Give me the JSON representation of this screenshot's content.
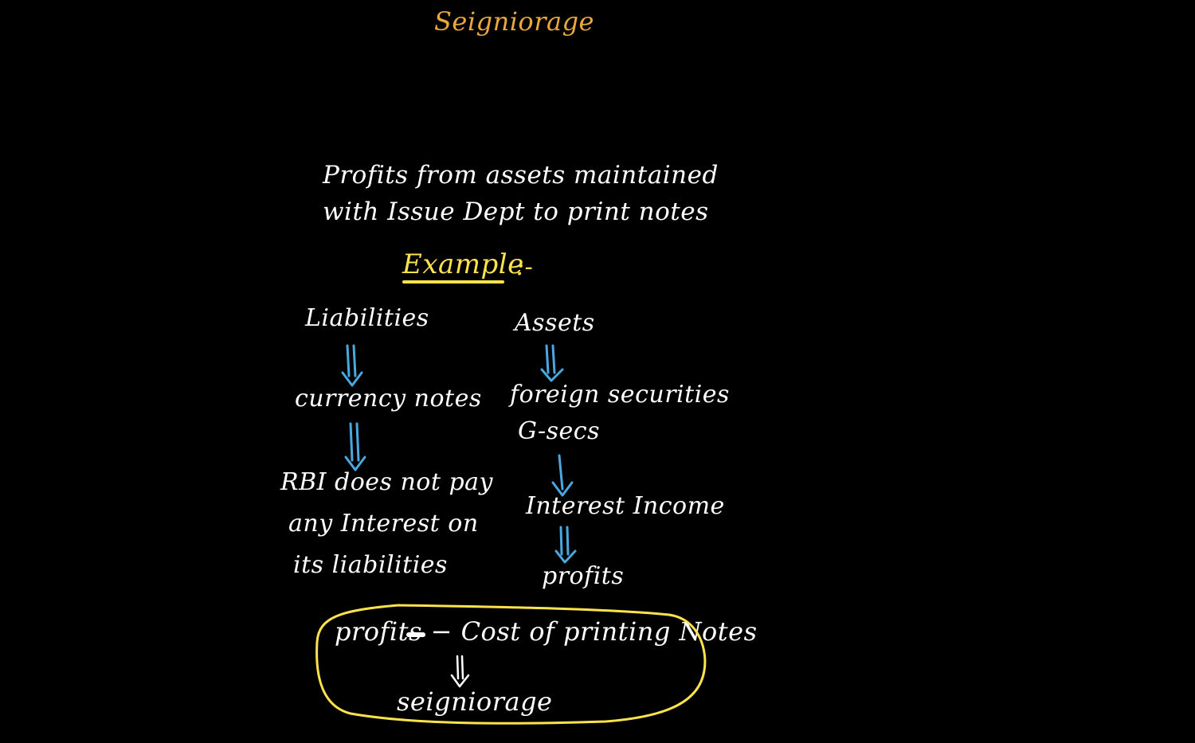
{
  "title": "Seigniorage",
  "definition": {
    "line1": "Profits from assets maintained",
    "line2": "with Issue Dept to print notes"
  },
  "example_label": "Example",
  "example_colon": ":-",
  "left_branch": {
    "head": "Liabilities",
    "step1": "currency notes",
    "step2_line1": "RBI does not pay",
    "step2_line2": "any Interest on",
    "step2_line3": "its liabilities"
  },
  "right_branch": {
    "head": "Assets",
    "step1_line1": "foreign securities",
    "step1_line2": "G-secs",
    "step2": "Interest Income",
    "step3": "profits"
  },
  "conclusion": {
    "formula": "profits − Cost of printing Notes",
    "result": "seigniorage"
  },
  "colors": {
    "background": "#000000",
    "text": "#ffffff",
    "title": "#e8a83b",
    "highlight": "#ffe34d",
    "arrow": "#4aa8e0"
  }
}
